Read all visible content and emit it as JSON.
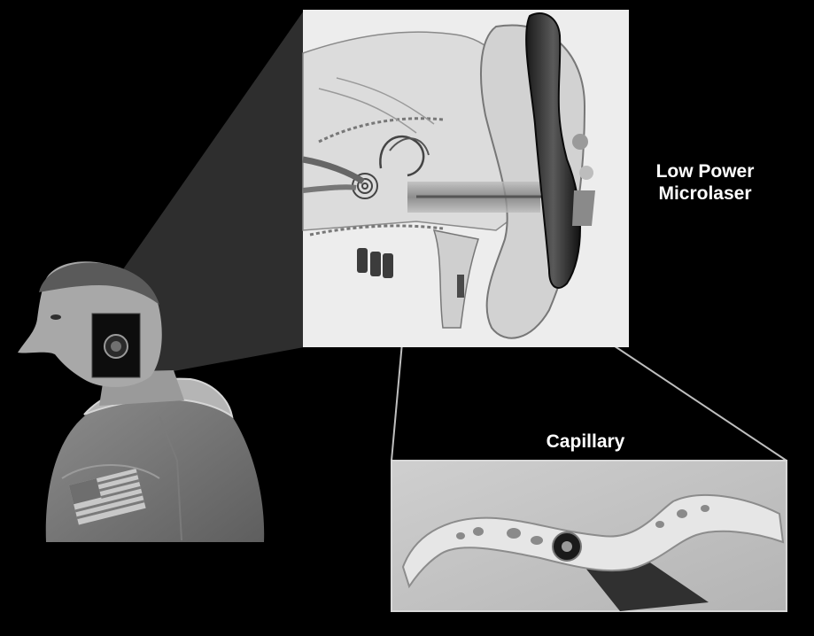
{
  "labels": {
    "laser_line1": "Low Power",
    "laser_line2": "Microlaser",
    "capillary": "Capillary"
  },
  "colors": {
    "background": "#000000",
    "callout_fill": "#2b2b2b",
    "panel_border": "#d8d8d8",
    "label_text": "#ffffff"
  }
}
